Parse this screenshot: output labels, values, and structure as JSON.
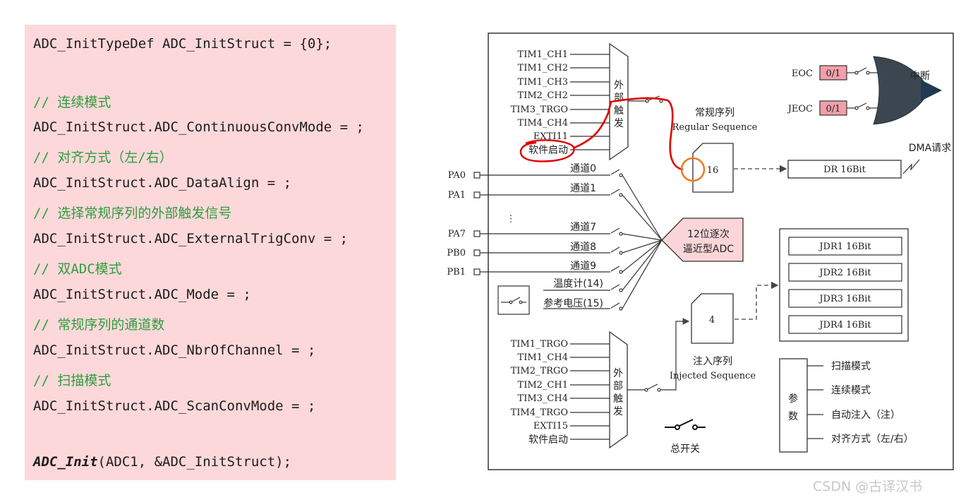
{
  "code": {
    "line1": "ADC_InitTypeDef ADC_InitStruct = {0};",
    "c1": "// 连续模式",
    "l2": "ADC_InitStruct.ADC_ContinuousConvMode = ;",
    "c2": "// 对齐方式（左/右）",
    "l3": "ADC_InitStruct.ADC_DataAlign = ;",
    "c3": "// 选择常规序列的外部触发信号",
    "l4": "ADC_InitStruct.ADC_ExternalTrigConv = ;",
    "c4": "// 双ADC模式",
    "l5": "ADC_InitStruct.ADC_Mode = ;",
    "c5": "// 常规序列的通道数",
    "l6": "ADC_InitStruct.ADC_NbrOfChannel = ;",
    "c6": "// 扫描模式",
    "l7": "ADC_InitStruct.ADC_ScanConvMode = ;",
    "init_func": "ADC_Init",
    "init_args": "(ADC1, &ADC_InitStruct);"
  },
  "diagram": {
    "regular_triggers": [
      "TIM1_CH1",
      "TIM1_CH2",
      "TIM1_CH3",
      "TIM2_CH2",
      "TIM3_TRGO",
      "TIM4_CH4",
      "EXTI11",
      "软件启动"
    ],
    "injected_triggers": [
      "TIM1_TRGO",
      "TIM1_CH4",
      "TIM2_TRGO",
      "TIM2_CH1",
      "TIM3_CH4",
      "TIM4_TRGO",
      "EXTI15",
      "软件启动"
    ],
    "mux_label_chars": [
      "外",
      "部",
      "触",
      "发"
    ],
    "pins": [
      "PA0",
      "PA1",
      "PA7",
      "PB0",
      "PB1"
    ],
    "channels": [
      "通道0",
      "通道1",
      "通道7",
      "通道8",
      "通道9",
      "温度计(14)",
      "参考电压(15)"
    ],
    "ellipsis": "⋮",
    "regular_title_cn": "常规序列",
    "regular_title_en": "Regular Sequence",
    "regular_count": "16",
    "injected_title_cn": "注入序列",
    "injected_title_en": "Injected Sequence",
    "injected_count": "4",
    "dr_label": "DR 16Bit",
    "dma_label": "DMA请求",
    "adc_label_line1": "12位逐次",
    "adc_label_line2": "逼近型ADC",
    "jdr": [
      "JDR1 16Bit",
      "JDR2 16Bit",
      "JDR3 16Bit",
      "JDR4 16Bit"
    ],
    "eoc_label": "EOC",
    "jeoc_label": "JEOC",
    "flag_value": "0/1",
    "interrupt_label": "中断",
    "params_title_1": "参",
    "params_title_2": "数",
    "params": [
      "扫描模式",
      "连续模式",
      "自动注入（注）",
      "对齐方式（左/右）"
    ],
    "switch_label": "总开关"
  },
  "watermark": "CSDN @古译汉书",
  "colors": {
    "code_bg": "#fdd8da",
    "comment": "#2e9e3e",
    "flag_fill": "#f0a0a8",
    "adc_fill": "#fbd6d8",
    "annotation_red": "#e00000",
    "annotation_orange": "#ee7a20"
  }
}
